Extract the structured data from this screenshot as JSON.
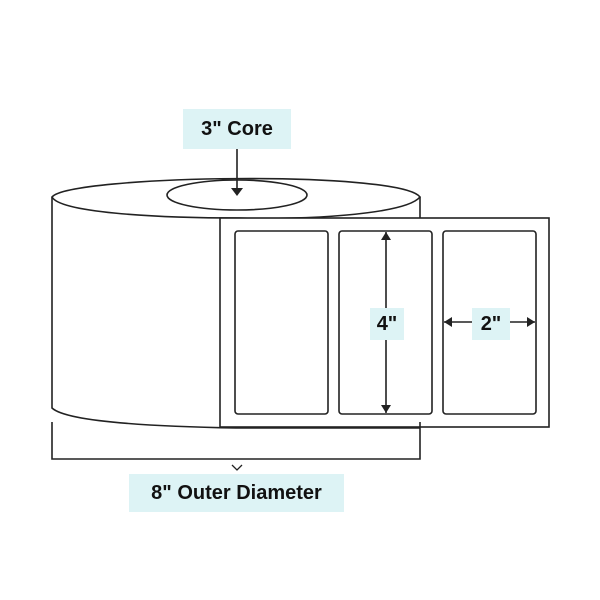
{
  "core_label": "3\" Core",
  "outer_diameter_label": "8\" Outer Diameter",
  "label_height": "4\"",
  "label_width": "2\"",
  "colors": {
    "line": "#222222",
    "label_background": "#ddf3f5"
  }
}
